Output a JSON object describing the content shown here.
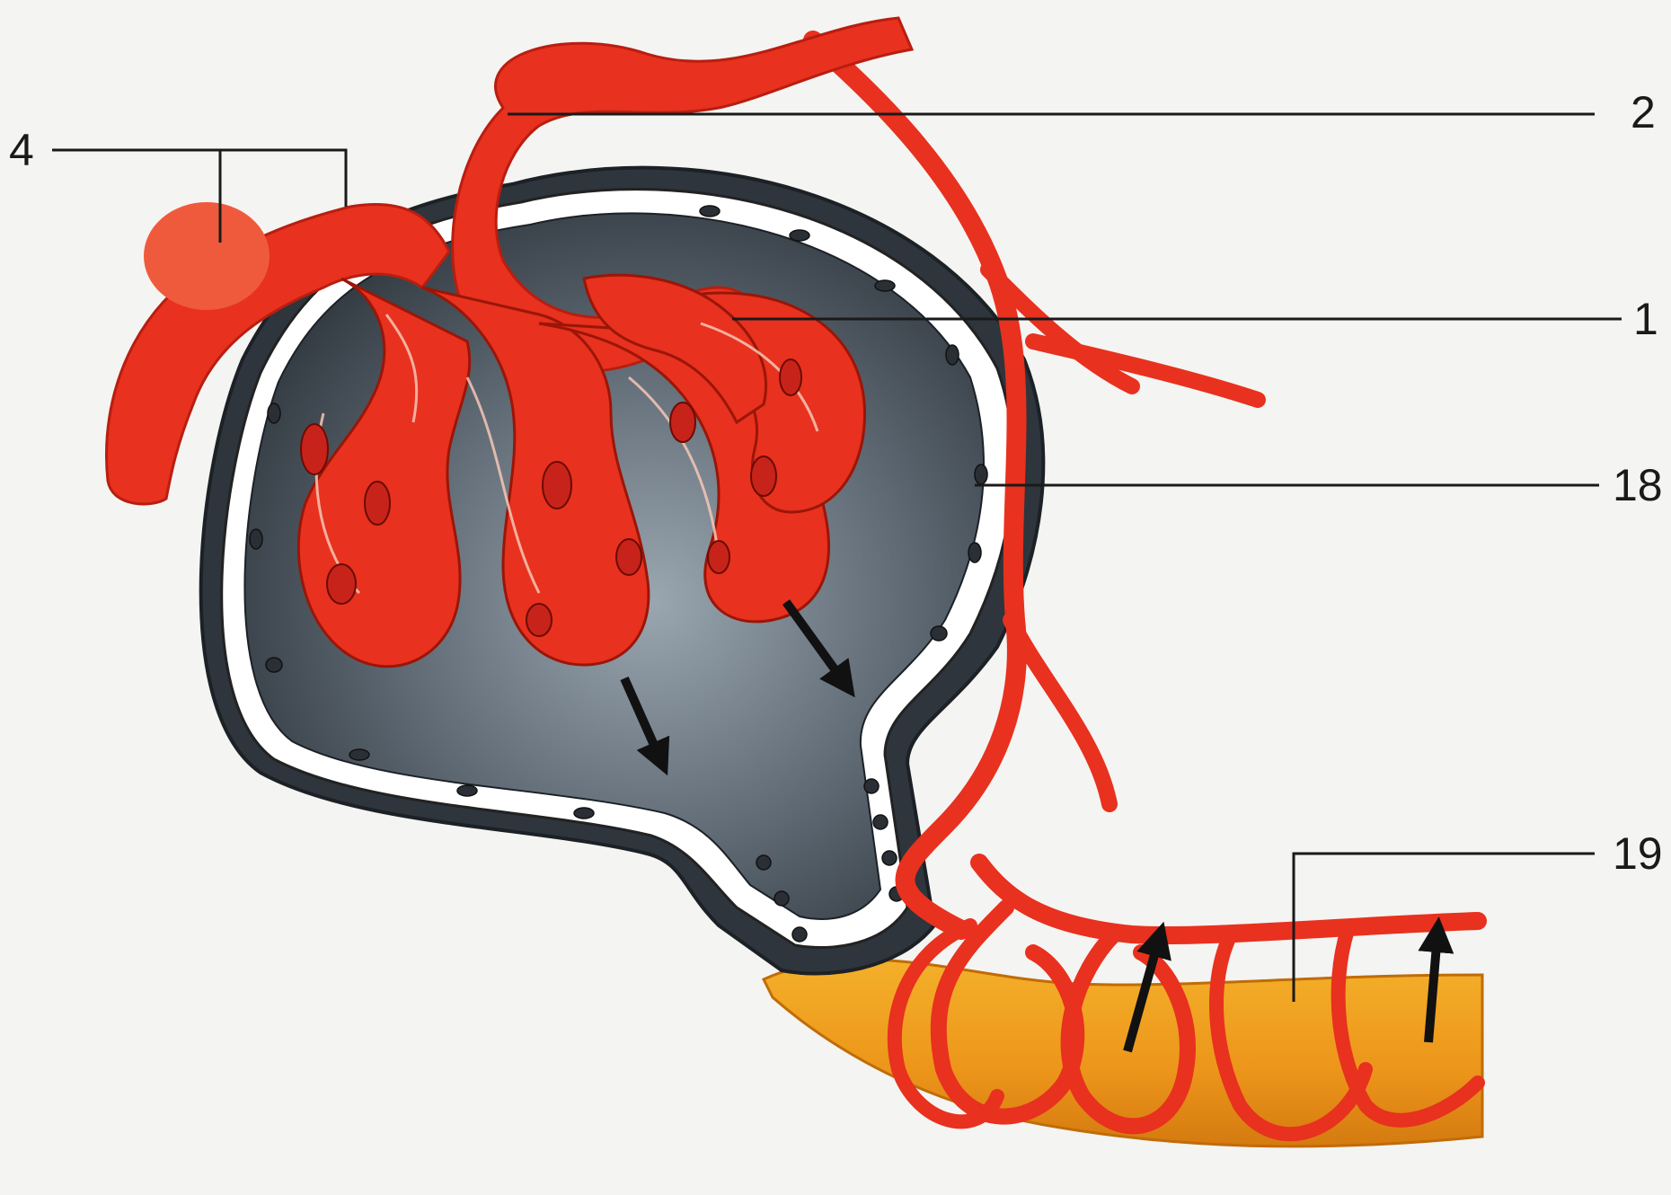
{
  "labels": {
    "l4": "4",
    "l2": "2",
    "l1": "1",
    "l18": "18",
    "l19": "19"
  },
  "colors": {
    "background": "#f4f4f2",
    "vessel": "#e8311e",
    "vessel_dark": "#b81e10",
    "capsule_dark": "#3f4750",
    "capsule_light": "#8e9aa4",
    "epithelium": "#ffffff",
    "tubule": "#ec9a1a",
    "arrow": "#111111",
    "leader_line": "#1a1a1a"
  }
}
